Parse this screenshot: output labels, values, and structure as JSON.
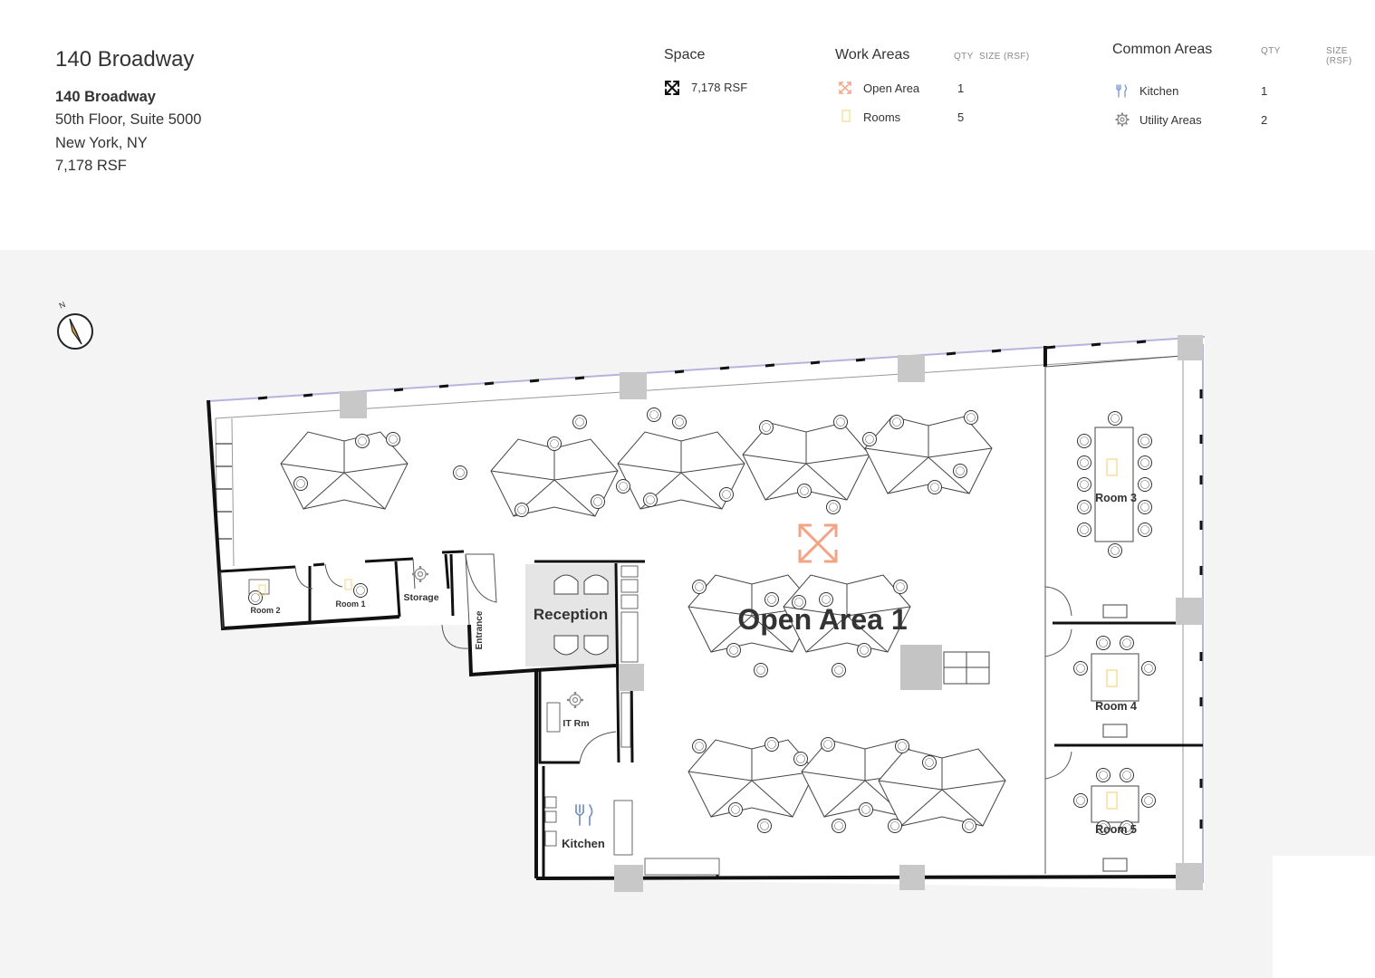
{
  "building": {
    "title": "140 Broadway",
    "name": "140 Broadway",
    "floor_suite": "50th Floor, Suite 5000",
    "city": "New York, NY",
    "size": "7,178 RSF"
  },
  "space": {
    "heading": "Space",
    "total": "7,178 RSF",
    "icon": "expand-arrows-icon"
  },
  "work_areas": {
    "heading": "Work Areas",
    "col_qty": "QTY",
    "col_size": "SIZE (RSF)",
    "items": [
      {
        "label": "Open Area",
        "qty": "1",
        "icon": "open-area-arrows-icon",
        "color": "#f2a585"
      },
      {
        "label": "Rooms",
        "qty": "5",
        "icon": "door-icon",
        "color": "#f5d98b"
      }
    ]
  },
  "common_areas": {
    "heading": "Common Areas",
    "col_qty": "QTY",
    "col_size": "SIZE (RSF)",
    "items": [
      {
        "label": "Kitchen",
        "qty": "1",
        "icon": "fork-knife-icon",
        "color": "#7b96c8"
      },
      {
        "label": "Utility Areas",
        "qty": "2",
        "icon": "gear-icon",
        "color": "#888888"
      }
    ]
  },
  "plan": {
    "compass_label": "N",
    "labels": {
      "open_area": "Open Area 1",
      "reception": "Reception",
      "room1": "Room 1",
      "room2": "Room 2",
      "room3": "Room 3",
      "room4": "Room 4",
      "room5": "Room 5",
      "storage": "Storage",
      "entrance": "Entrance",
      "it_room": "IT Rm",
      "kitchen": "Kitchen"
    }
  },
  "colors": {
    "wall": "#111111",
    "window": "#b5b4dc",
    "column": "#c8c8c8",
    "open_area_accent": "#f2a585",
    "room_accent": "#f5d98b",
    "kitchen_accent": "#7b96c8",
    "compass_accent": "#f0a93b"
  }
}
